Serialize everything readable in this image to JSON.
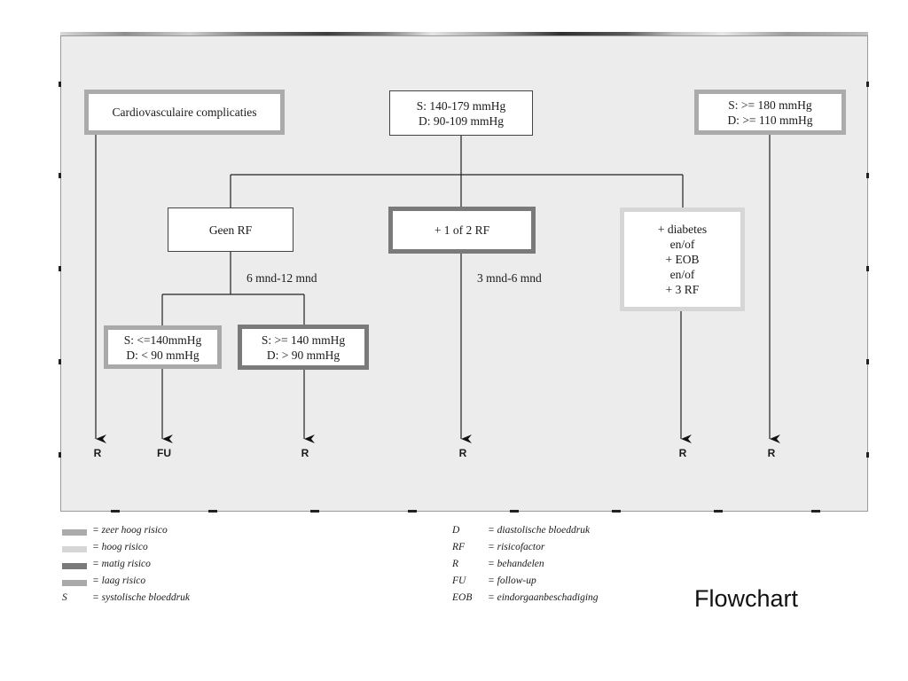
{
  "boxes": {
    "cardio": "Cardiovasculaire complicaties",
    "mid_top": "S: 140-179 mmHg\nD: 90-109 mmHg",
    "right_top": "S:  >= 180 mmHg\nD: >= 110 mmHg",
    "geen_rf": "Geen RF",
    "one_two_rf": "+ 1 of 2 RF",
    "diabetes": "+ diabetes\nen/of\n+ EOB\nen/of\n+ 3 RF",
    "low_bp": "S: <=140mmHg\nD: < 90 mmHg",
    "high_bp": "S: >= 140 mmHg\nD: > 90 mmHg"
  },
  "labels": {
    "interval_a": "6 mnd-12 mnd",
    "interval_b": "3 mnd-6 mnd"
  },
  "outcomes": [
    "R",
    "FU",
    "R",
    "R",
    "R",
    "R"
  ],
  "legend": {
    "risk": [
      {
        "color": "#ababab",
        "text": "= zeer hoog risico"
      },
      {
        "color": "#d6d6d6",
        "text": "= hoog risico"
      },
      {
        "color": "#7a7a7a",
        "text": "= matig risico"
      },
      {
        "color": "#a9a9a9",
        "text": "= laag risico"
      }
    ],
    "s_key": "S",
    "s_text": "= systolische bloeddruk",
    "abbr": [
      {
        "key": "D",
        "text": "= diastolische bloeddruk"
      },
      {
        "key": "RF",
        "text": "= risicofactor"
      },
      {
        "key": "R",
        "text": "= behandelen"
      },
      {
        "key": "FU",
        "text": "=  follow-up"
      },
      {
        "key": "EOB",
        "text": "= eindorgaanbeschadiging"
      }
    ]
  },
  "caption": "Flowchart"
}
